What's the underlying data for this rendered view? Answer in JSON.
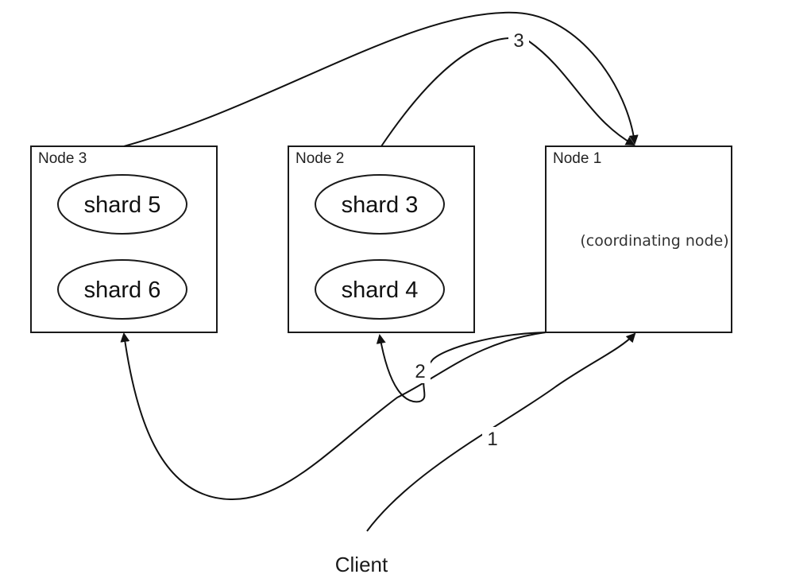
{
  "nodes": {
    "node3": {
      "title": "Node 3",
      "shards": [
        "shard 5",
        "shard 6"
      ]
    },
    "node2": {
      "title": "Node 2",
      "shards": [
        "shard 3",
        "shard 4"
      ]
    },
    "node1": {
      "title": "Node 1",
      "subtitle": "(coordinating node)"
    }
  },
  "client": {
    "label": "Client"
  },
  "steps": {
    "one": "1",
    "two": "2",
    "three": "3"
  }
}
